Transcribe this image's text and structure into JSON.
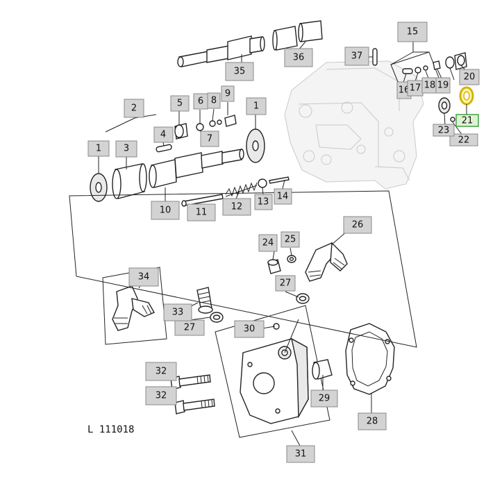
{
  "reference_code": "L 111018",
  "highlight_color": "#3fa33f",
  "callouts": [
    {
      "id": "c1a",
      "label": "1"
    },
    {
      "id": "c1b",
      "label": "1"
    },
    {
      "id": "c2",
      "label": "2"
    },
    {
      "id": "c3",
      "label": "3"
    },
    {
      "id": "c4",
      "label": "4"
    },
    {
      "id": "c5",
      "label": "5"
    },
    {
      "id": "c6",
      "label": "6"
    },
    {
      "id": "c7",
      "label": "7"
    },
    {
      "id": "c8",
      "label": "8"
    },
    {
      "id": "c9",
      "label": "9"
    },
    {
      "id": "c10",
      "label": "10"
    },
    {
      "id": "c11",
      "label": "11"
    },
    {
      "id": "c12",
      "label": "12"
    },
    {
      "id": "c13",
      "label": "13"
    },
    {
      "id": "c14",
      "label": "14"
    },
    {
      "id": "c15",
      "label": "15"
    },
    {
      "id": "c16",
      "label": "16"
    },
    {
      "id": "c17",
      "label": "17"
    },
    {
      "id": "c18",
      "label": "18"
    },
    {
      "id": "c19",
      "label": "19"
    },
    {
      "id": "c20",
      "label": "20"
    },
    {
      "id": "c21",
      "label": "21",
      "highlighted": true
    },
    {
      "id": "c22",
      "label": "22"
    },
    {
      "id": "c23",
      "label": "23"
    },
    {
      "id": "c24",
      "label": "24"
    },
    {
      "id": "c25",
      "label": "25"
    },
    {
      "id": "c26",
      "label": "26"
    },
    {
      "id": "c27a",
      "label": "27"
    },
    {
      "id": "c27b",
      "label": "27"
    },
    {
      "id": "c28",
      "label": "28"
    },
    {
      "id": "c29",
      "label": "29"
    },
    {
      "id": "c30",
      "label": "30"
    },
    {
      "id": "c31",
      "label": "31"
    },
    {
      "id": "c32a",
      "label": "32"
    },
    {
      "id": "c32b",
      "label": "32"
    },
    {
      "id": "c33",
      "label": "33"
    },
    {
      "id": "c34",
      "label": "34"
    },
    {
      "id": "c35",
      "label": "35"
    },
    {
      "id": "c36",
      "label": "36"
    },
    {
      "id": "c37",
      "label": "37"
    }
  ]
}
